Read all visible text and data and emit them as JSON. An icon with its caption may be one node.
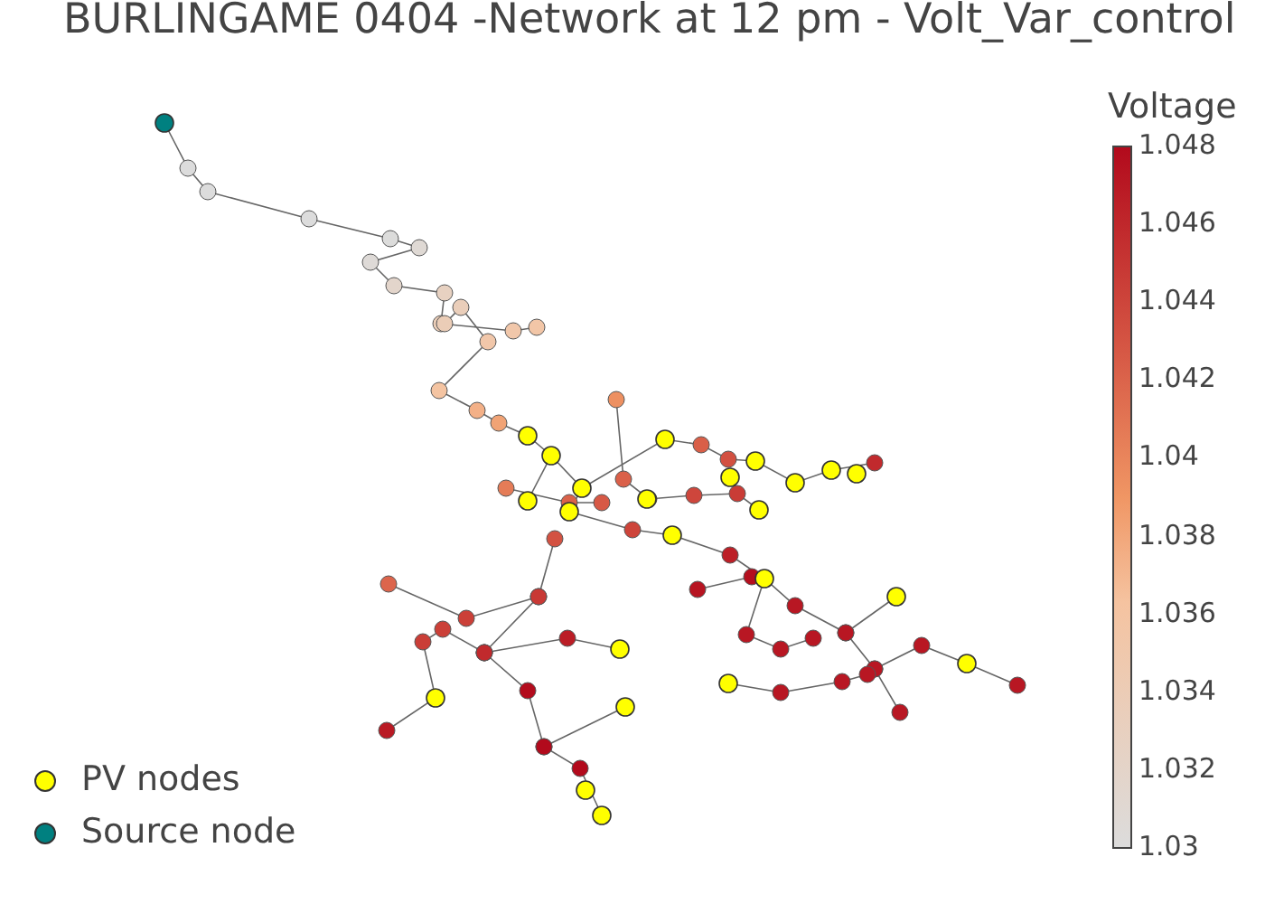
{
  "diagram": {
    "title": "BURLINGAME 0404 -Network at 12 pm - Volt_Var_control",
    "labels": [
      "Voltage",
      "1.048",
      "1.046",
      "1.044",
      "1.042",
      "1.04",
      "1.038",
      "1.036",
      "1.034",
      "1.032",
      "1.03"
    ],
    "legend": [
      {
        "text": "PV nodes",
        "color": "#ffff00"
      },
      {
        "text": "Source node",
        "color": "#008080"
      }
    ]
  }
}
